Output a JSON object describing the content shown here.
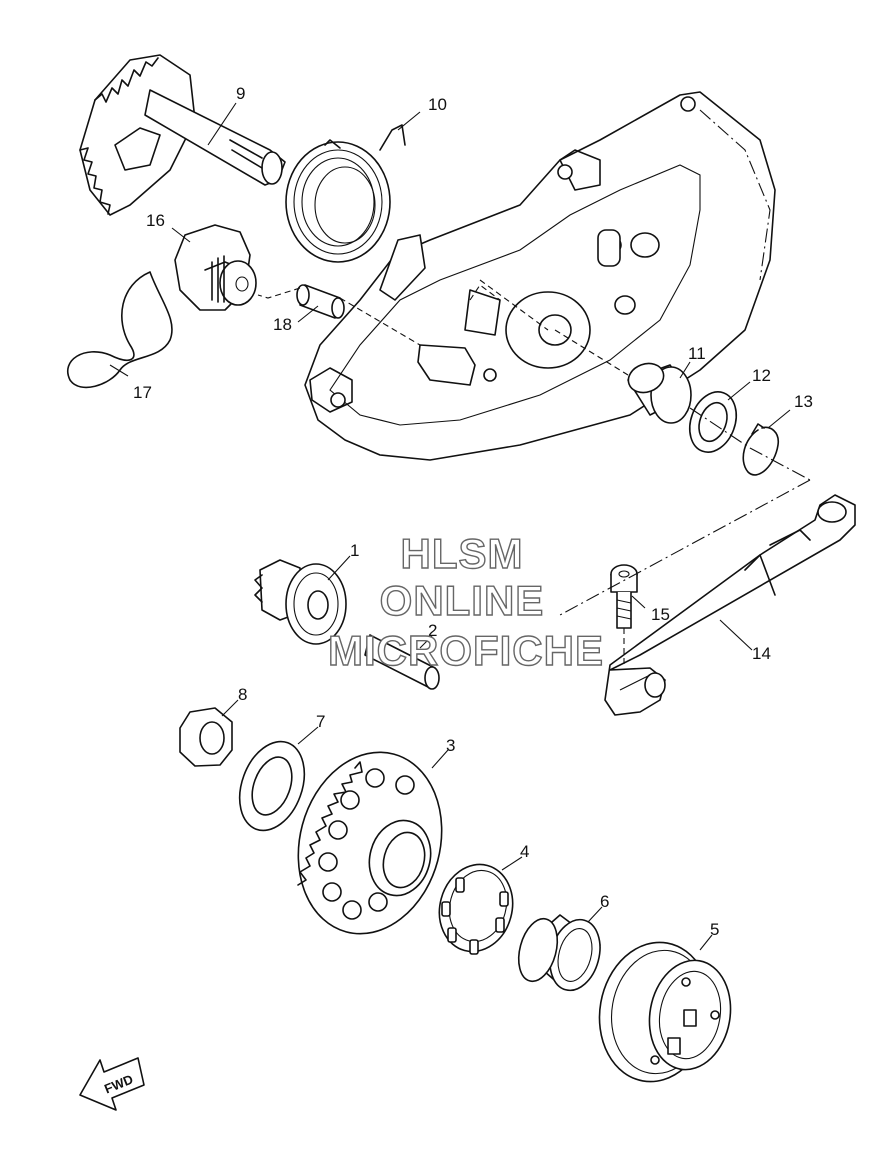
{
  "callouts": [
    {
      "id": "c1",
      "label": "1"
    },
    {
      "id": "c2",
      "label": "2"
    },
    {
      "id": "c3",
      "label": "3"
    },
    {
      "id": "c4",
      "label": "4"
    },
    {
      "id": "c5",
      "label": "5"
    },
    {
      "id": "c6",
      "label": "6"
    },
    {
      "id": "c7",
      "label": "7"
    },
    {
      "id": "c8",
      "label": "8"
    },
    {
      "id": "c9",
      "label": "9"
    },
    {
      "id": "c10",
      "label": "10"
    },
    {
      "id": "c11",
      "label": "11"
    },
    {
      "id": "c12",
      "label": "12"
    },
    {
      "id": "c13",
      "label": "13"
    },
    {
      "id": "c14",
      "label": "14"
    },
    {
      "id": "c15",
      "label": "15"
    },
    {
      "id": "c16",
      "label": "16"
    },
    {
      "id": "c17",
      "label": "17"
    },
    {
      "id": "c18",
      "label": "18"
    }
  ],
  "watermark": {
    "line1": "HLSM",
    "line2": "ONLINE",
    "line3": "MICROFICHE"
  },
  "direction_badge": {
    "label": "FWD"
  }
}
